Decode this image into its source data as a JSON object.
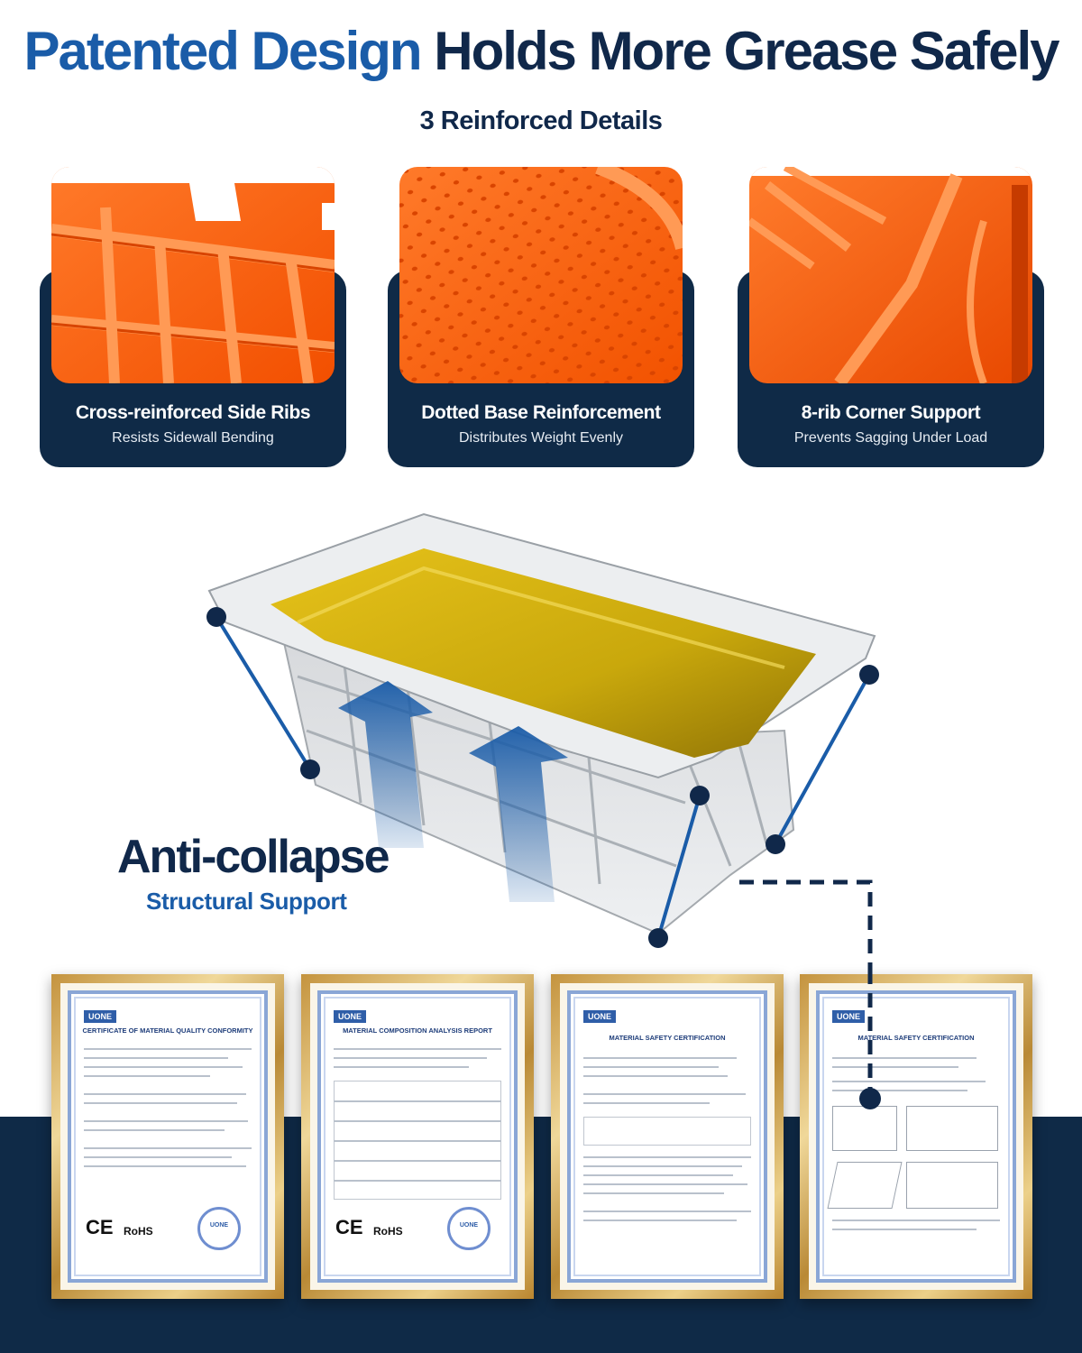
{
  "header": {
    "title_highlight": "Patented Design",
    "title_rest": "Holds More Grease Safely",
    "subtitle": "3 Reinforced Details"
  },
  "features": [
    {
      "title": "Cross-reinforced Side Ribs",
      "description": "Resists Sidewall Bending",
      "icon": "orange-side-ribs-photo"
    },
    {
      "title": "Dotted Base Reinforcement",
      "description": "Distributes Weight Evenly",
      "icon": "orange-dotted-base-photo"
    },
    {
      "title": "8-rib Corner Support",
      "description": "Prevents Sagging Under Load",
      "icon": "orange-corner-ribs-photo"
    }
  ],
  "highlight": {
    "title": "Anti-collapse",
    "subtitle": "Structural Support"
  },
  "certificates": [
    {
      "brand": "UONE",
      "title": "CERTIFICATE OF MATERIAL QUALITY CONFORMITY",
      "marks": [
        "CE",
        "RoHS"
      ],
      "seal": "UONE"
    },
    {
      "brand": "UONE",
      "title": "MATERIAL COMPOSITION ANALYSIS REPORT",
      "marks": [
        "CE",
        "RoHS"
      ],
      "seal": "UONE"
    },
    {
      "brand": "UONE",
      "title": "MATERIAL SAFETY CERTIFICATION",
      "marks": [],
      "seal": ""
    },
    {
      "brand": "UONE",
      "title": "MATERIAL SAFETY CERTIFICATION",
      "marks": [],
      "seal": ""
    }
  ],
  "colors": {
    "navy": "#10284a",
    "blue": "#1a5ca8",
    "orange": "#ff6a13",
    "grease": "#c9a80c",
    "gold_frame": "#c4933e"
  }
}
